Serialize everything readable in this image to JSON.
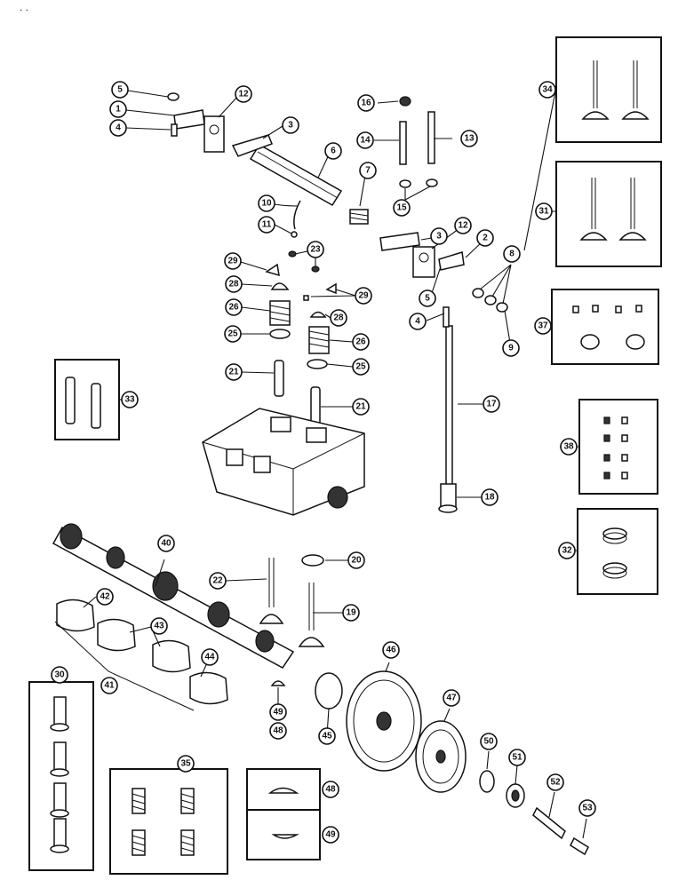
{
  "corner_marks": ". .",
  "callouts": [
    "1",
    "2",
    "3",
    "4",
    "5",
    "6",
    "7",
    "8",
    "9",
    "10",
    "11",
    "12",
    "13",
    "14",
    "15",
    "16",
    "17",
    "18",
    "19",
    "20",
    "21",
    "22",
    "23",
    "25",
    "26",
    "28",
    "29",
    "30",
    "31",
    "32",
    "33",
    "34",
    "35",
    "37",
    "38",
    "40",
    "41",
    "42",
    "43",
    "44",
    "45",
    "46",
    "47",
    "48",
    "49",
    "50",
    "51",
    "52",
    "53"
  ]
}
